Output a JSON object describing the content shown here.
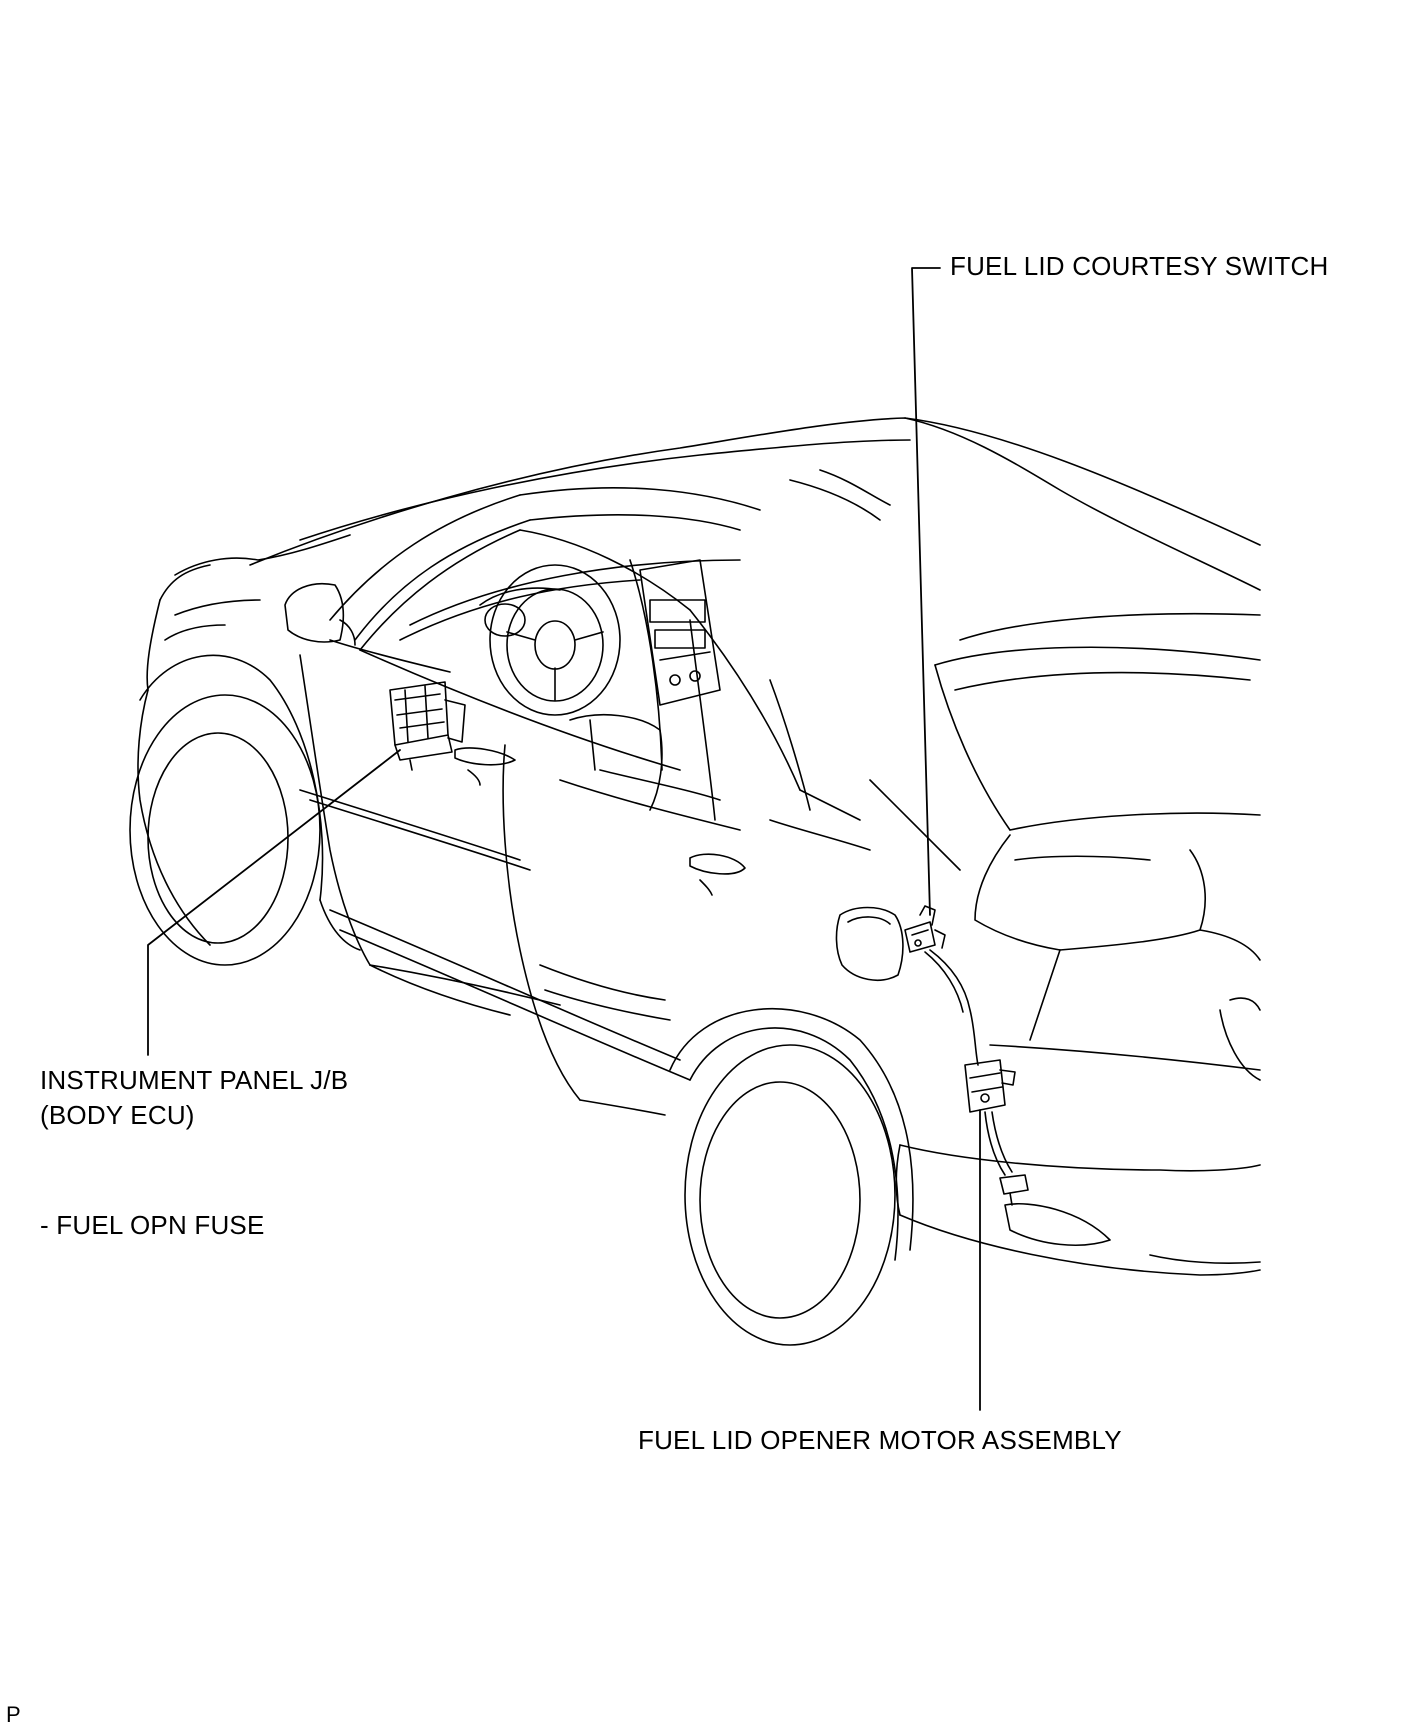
{
  "labels": {
    "courtesy_switch": "FUEL LID COURTESY SWITCH",
    "instrument_panel_line1": "INSTRUMENT PANEL J/B",
    "instrument_panel_line2": "(BODY ECU)",
    "fuse": "- FUEL OPN FUSE",
    "opener_motor": "FUEL LID OPENER MOTOR ASSEMBLY",
    "footer_mark": "P"
  },
  "colors": {
    "line": "#000000",
    "background": "#ffffff"
  }
}
